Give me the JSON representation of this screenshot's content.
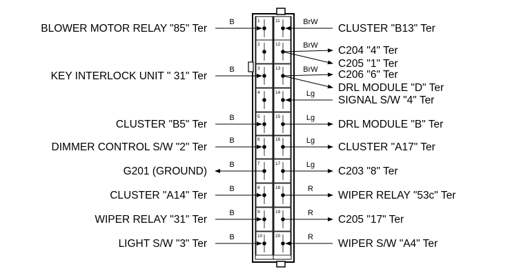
{
  "connector": {
    "left_pins": [
      "1",
      "2",
      "3",
      "4",
      "5",
      "6",
      "7",
      "8",
      "9",
      "10"
    ],
    "right_pins": [
      "11",
      "12",
      "13",
      "14",
      "15",
      "16",
      "17",
      "18",
      "19",
      "20"
    ]
  },
  "left_circuits": [
    {
      "label": "BLOWER MOTOR RELAY \"85\" Ter",
      "wire": "B",
      "direction": "in"
    },
    {
      "label": "",
      "wire": "",
      "direction": "none"
    },
    {
      "label": "KEY INTERLOCK UNIT \" 31\" Ter",
      "wire": "B",
      "direction": "in"
    },
    {
      "label": "",
      "wire": "",
      "direction": "none"
    },
    {
      "label": "CLUSTER \"B5\" Ter",
      "wire": "B",
      "direction": "in"
    },
    {
      "label": "DIMMER CONTROL S/W \"2\" Ter",
      "wire": "B",
      "direction": "in"
    },
    {
      "label": "G201 (GROUND)",
      "wire": "B",
      "direction": "out"
    },
    {
      "label": "CLUSTER \"A14\" Ter",
      "wire": "B",
      "direction": "in"
    },
    {
      "label": "WIPER RELAY \"31\" Ter",
      "wire": "B",
      "direction": "in"
    },
    {
      "label": "LIGHT S/W \"3\" Ter",
      "wire": "B",
      "direction": "in"
    }
  ],
  "right_circuits": [
    {
      "labels": [
        "CLUSTER \"B13\" Ter"
      ],
      "wire": "BrW",
      "direction": "in"
    },
    {
      "labels": [
        "C204 \"4\" Ter",
        "C205 \"1\" Ter"
      ],
      "wire": "BrW",
      "direction": "out"
    },
    {
      "labels": [
        "C206 \"6\" Ter",
        "DRL MODULE \"D\" Ter"
      ],
      "wire": "BrW",
      "direction": "out"
    },
    {
      "labels": [
        "SIGNAL S/W \"4\" Ter"
      ],
      "wire": "Lg",
      "direction": "in"
    },
    {
      "labels": [
        "DRL MODULE \"B\" Ter"
      ],
      "wire": "Lg",
      "direction": "out"
    },
    {
      "labels": [
        "CLUSTER \"A17\" Ter"
      ],
      "wire": "Lg",
      "direction": "out"
    },
    {
      "labels": [
        "C203 \"8\" Ter"
      ],
      "wire": "Lg",
      "direction": "out"
    },
    {
      "labels": [
        "WIPER RELAY \"53c\" Ter"
      ],
      "wire": "R",
      "direction": "out"
    },
    {
      "labels": [
        "C205 \"17\" Ter"
      ],
      "wire": "R",
      "direction": "out"
    },
    {
      "labels": [
        "WIPER S/W \"A4\" Ter"
      ],
      "wire": "R",
      "direction": "in"
    }
  ]
}
